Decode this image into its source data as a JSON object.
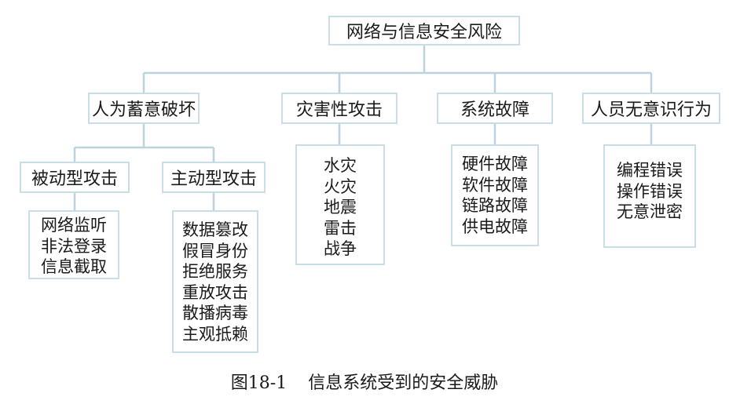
{
  "root": "网络与信息安全风险",
  "categories": [
    {
      "label": "人为蓄意破坏"
    },
    {
      "label": "灾害性攻击",
      "items": [
        "水灾",
        "火灾",
        "地震",
        "雷击",
        "战争"
      ]
    },
    {
      "label": "系统故障",
      "items": [
        "硬件故障",
        "软件故障",
        "链路故障",
        "供电故障"
      ]
    },
    {
      "label": "人员无意识行为",
      "items": [
        "编程错误",
        "操作错误",
        "无意泄密"
      ]
    }
  ],
  "sub_categories": [
    {
      "label": "被动型攻击",
      "items": [
        "网络监听",
        "非法登录",
        "信息截取"
      ]
    },
    {
      "label": "主动型攻击",
      "items": [
        "数据篡改",
        "假冒身份",
        "拒绝服务",
        "重放攻击",
        "散播病毒",
        "主观抵赖"
      ]
    }
  ],
  "caption": {
    "number": "图18-1",
    "text": "信息系统受到的安全威胁"
  },
  "colors": {
    "box_border": "#c9dde6",
    "connector": "#bcd3de"
  }
}
